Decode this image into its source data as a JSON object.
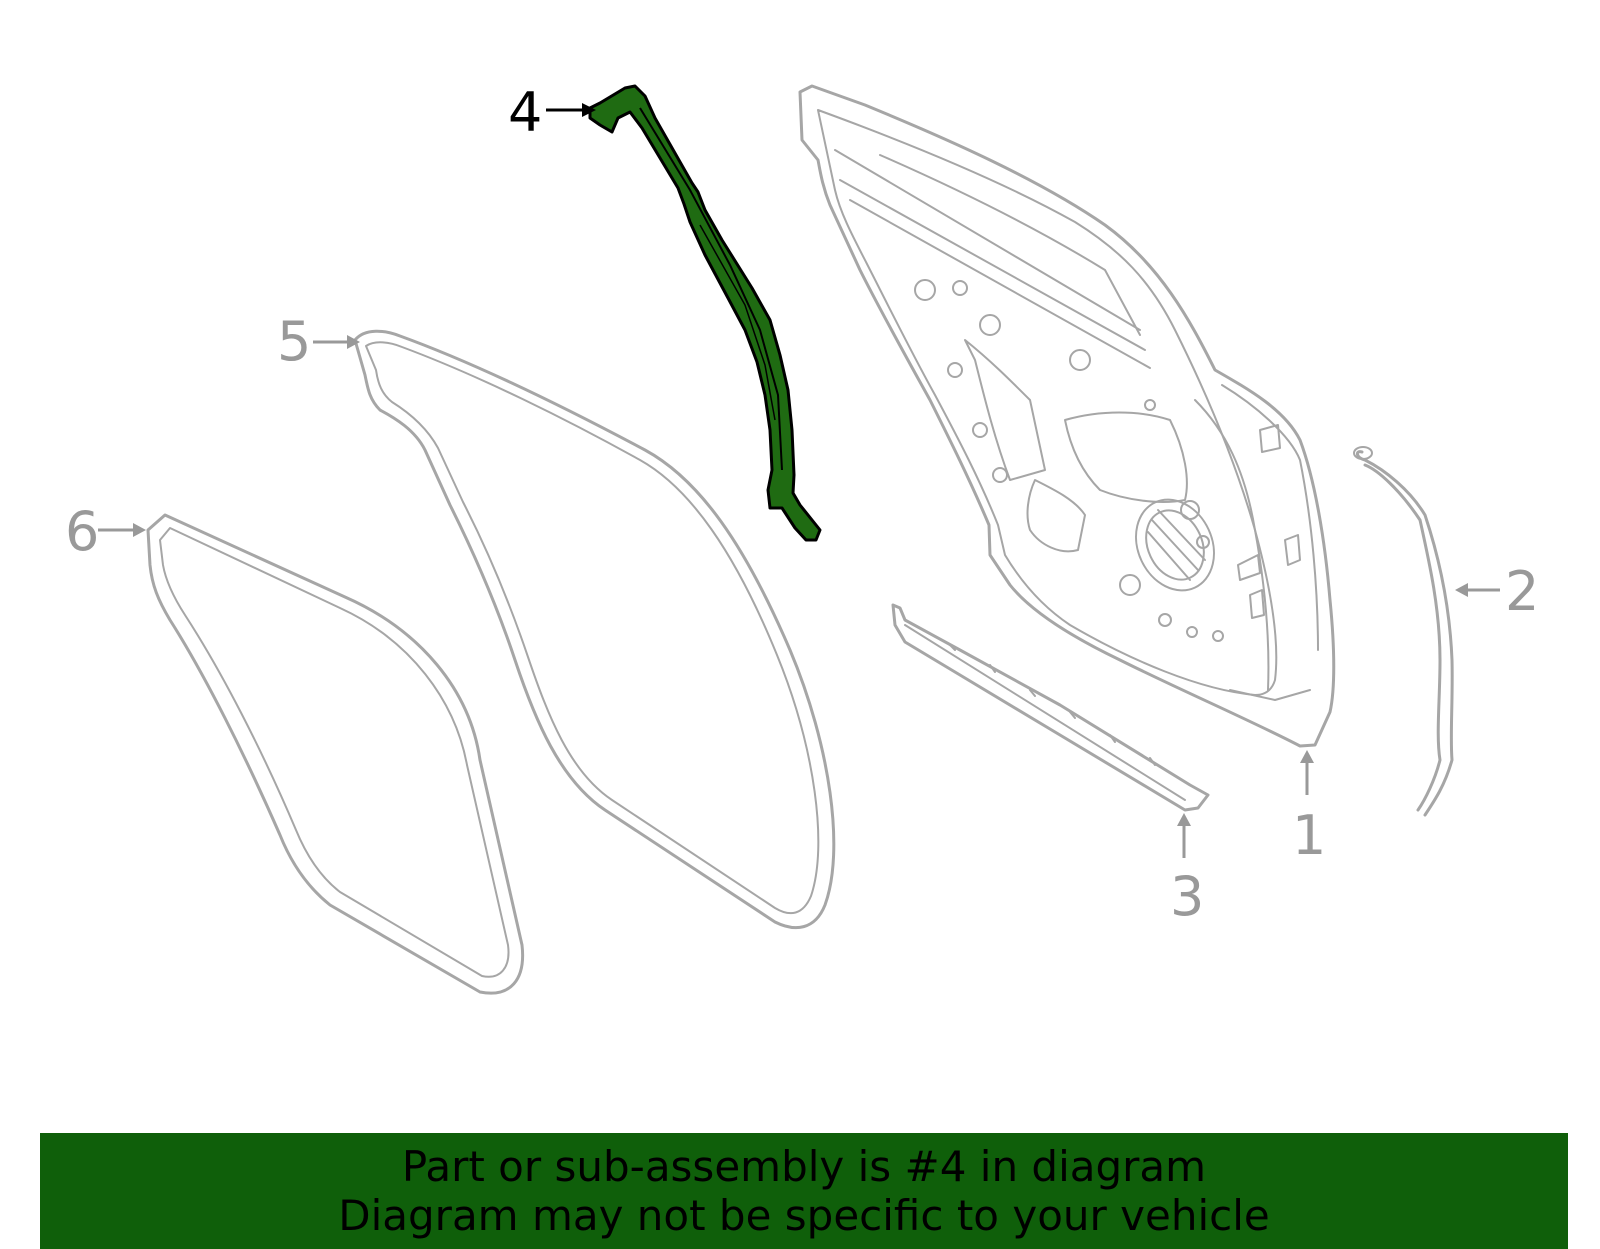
{
  "colors": {
    "highlight_fill": "#1f6b12",
    "highlight_stroke": "#000000",
    "part_stroke": "#a6a6a6",
    "callout_muted": "#999999",
    "callout_active": "#000000",
    "banner_background": "#0f5f0a",
    "banner_text": "#000000"
  },
  "callouts": [
    {
      "id": "1",
      "label": "1",
      "highlighted": false
    },
    {
      "id": "2",
      "label": "2",
      "highlighted": false
    },
    {
      "id": "3",
      "label": "3",
      "highlighted": false
    },
    {
      "id": "4",
      "label": "4",
      "highlighted": true
    },
    {
      "id": "5",
      "label": "5",
      "highlighted": false
    },
    {
      "id": "6",
      "label": "6",
      "highlighted": false
    }
  ],
  "banner": {
    "line1": "Part or sub-assembly is #4 in diagram",
    "line2": "Diagram may not be specific to your vehicle"
  }
}
